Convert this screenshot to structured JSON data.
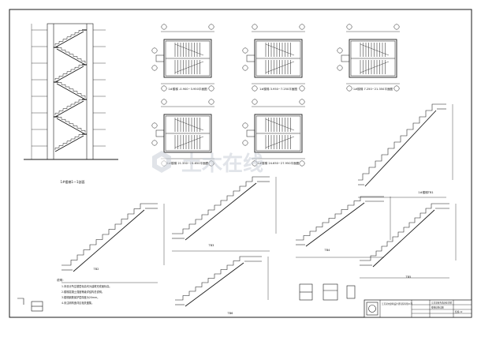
{
  "drawing": {
    "panels": {
      "section_label": "1#楼梯1—1剖面",
      "plan_labels": [
        "1#楼梯 -0.900~3.950平面图",
        "1#楼梯 3.950~7.250平面图",
        "1#楼梯 7.250~21.350平面图",
        "1#楼梯 21.350~24.650平面图",
        "1#楼梯 24.650~27.950平面图"
      ],
      "scale_label": "1:100",
      "flight_labels": [
        "1#楼梯TB1",
        "TB2",
        "TB3",
        "TB4",
        "TB5",
        "TB6"
      ]
    },
    "notes_title": "说明：",
    "notes": [
      "1.本设计所注楼层标高均为建筑完成面标高。",
      "2.楼梯混凝土强度等级详结构总说明。",
      "3.楼梯钢筋保护层厚度为20mm。",
      "4.未注明构造详见相关图集。"
    ],
    "watermark": "土木在线",
    "title_block": {
      "company": "江苏某市建筑设计研究院有限公司",
      "project": "江苏某商务酒店综合楼",
      "drawing_name": "楼梯结构详图",
      "drawing_no": "结施-12"
    }
  },
  "colors": {
    "ink": "#1a1a1a",
    "paper": "#ffffff",
    "watermark": "#d6dbe2"
  }
}
